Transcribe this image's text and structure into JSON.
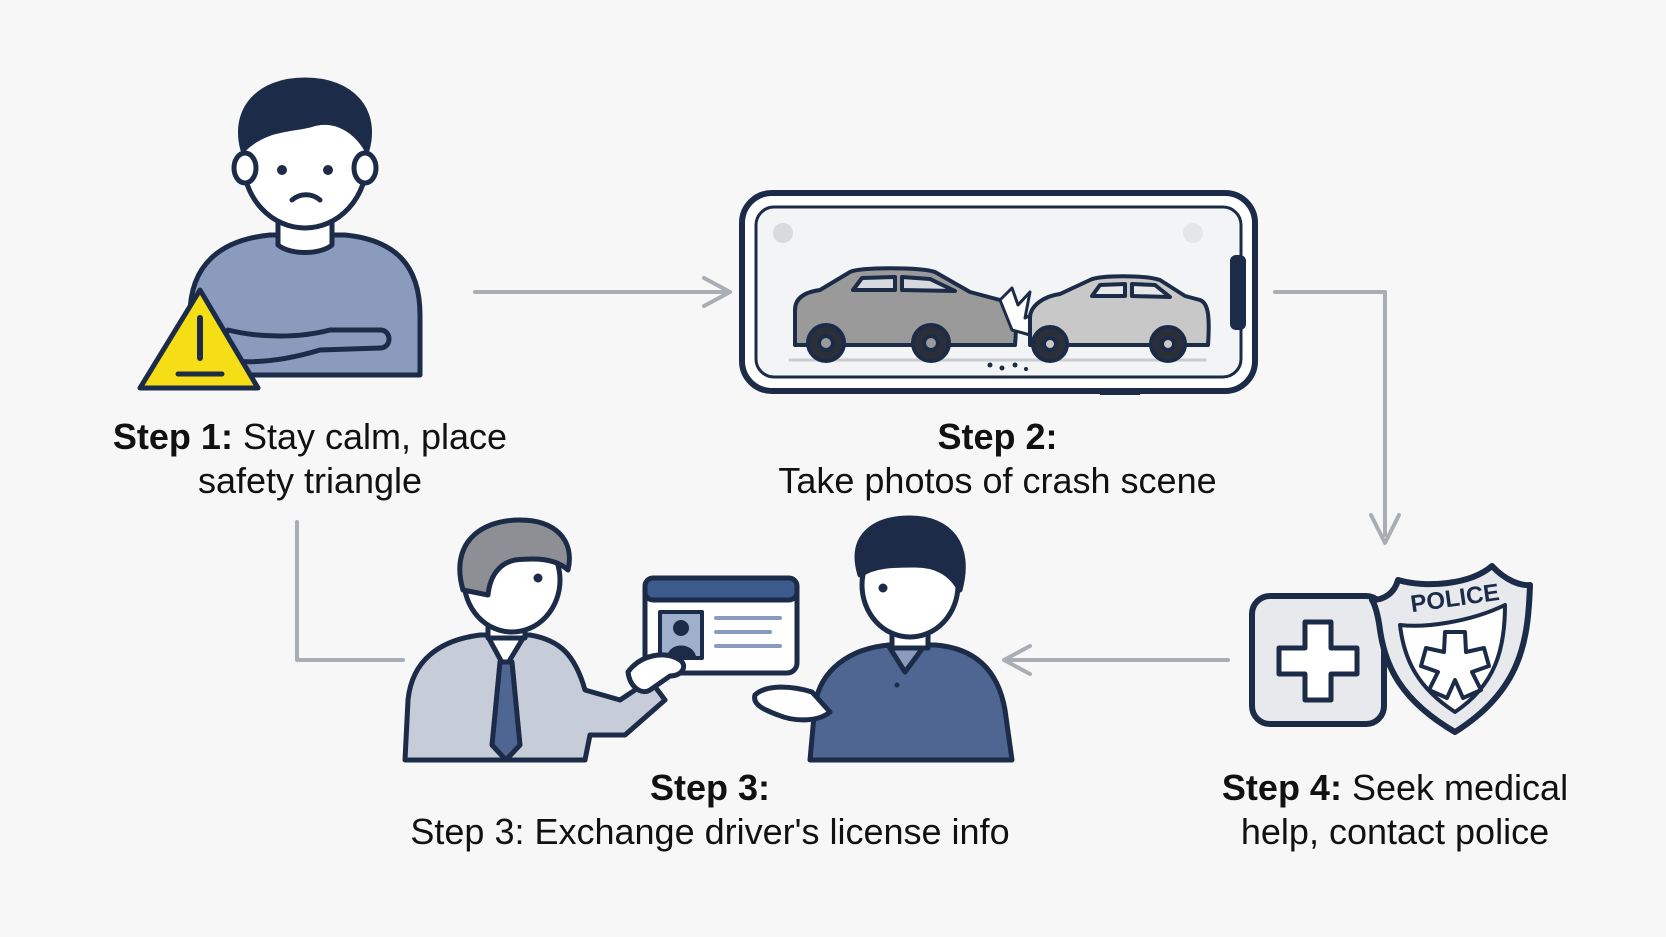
{
  "colors": {
    "background": "#f6f7f6",
    "outline": "#1c2b48",
    "navy": "#1c2b48",
    "shirt_blue": "#8b9bbd",
    "shirt_dark": "#4f6592",
    "warning_yellow": "#f5de16",
    "arrow_gray": "#a9aeb5",
    "car_gray": "#9a9a9a",
    "car_light": "#c8c8c8",
    "card_blue": "#3d5a8c"
  },
  "steps": [
    {
      "label": "Step 1:",
      "text_line1": "Stay calm, place",
      "text_line2": "safety triangle",
      "icon": "person-with-warning-triangle-icon"
    },
    {
      "label": "Step 2:",
      "text": "Take photos of crash scene",
      "icon": "smartphone-crash-photo-icon"
    },
    {
      "label": "Step 3:",
      "text": "Step 3: Exchange driver's license info",
      "icon": "license-exchange-icon"
    },
    {
      "label": "Step 4:",
      "text_line1": "Seek medical",
      "text_line2": "help, contact police",
      "icon": "medical-and-police-icon"
    }
  ],
  "police_badge_text": "POLICE"
}
